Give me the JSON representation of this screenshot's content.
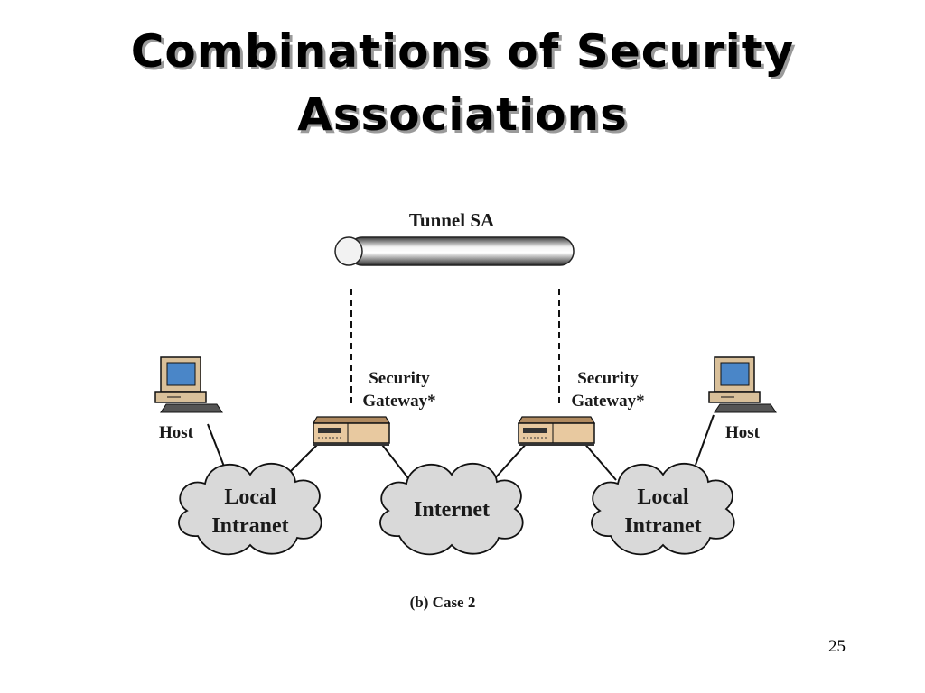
{
  "slide": {
    "title_line1": "Combinations of Security",
    "title_line2": "Associations",
    "page_number": "25"
  },
  "diagram": {
    "tunnel_label": "Tunnel SA",
    "gateway_left": {
      "line1": "Security",
      "line2": "Gateway*"
    },
    "gateway_right": {
      "line1": "Security",
      "line2": "Gateway*"
    },
    "host_left": "Host",
    "host_right": "Host",
    "cloud_left": {
      "line1": "Local",
      "line2": "Intranet"
    },
    "cloud_center": "Internet",
    "cloud_right": {
      "line1": "Local",
      "line2": "Intranet"
    },
    "caption": "(b) Case 2"
  },
  "colors": {
    "cloud_fill": "#d9d9d9",
    "monitor_screen": "#4a86c8",
    "gateway_body": "#e8c9a0"
  }
}
